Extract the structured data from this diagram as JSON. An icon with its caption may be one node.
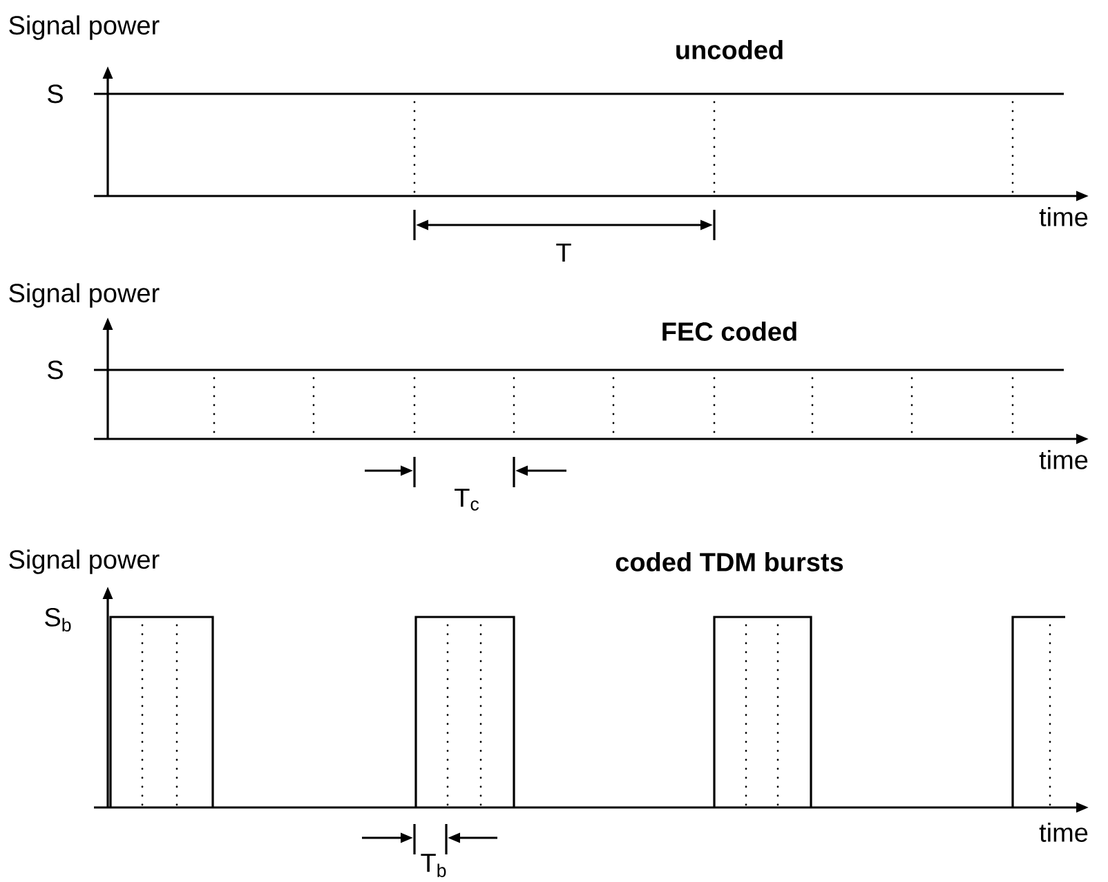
{
  "diagram": {
    "labels": [
      "Signal power",
      "uncoded",
      "S",
      "time",
      "T",
      "Signal power",
      "FEC coded",
      "S",
      "time",
      "T$_{c}$",
      "Signal power",
      "coded TDM bursts",
      "S$_{b}$",
      "time",
      "T$_{b}$"
    ]
  }
}
